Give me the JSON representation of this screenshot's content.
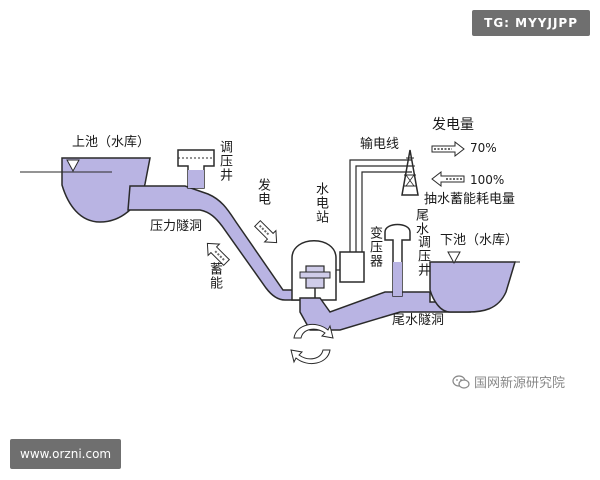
{
  "badges": {
    "tg": "TG: MYYJJPP",
    "url": "www.orzni.com"
  },
  "watermark": {
    "icon": "wechat-icon",
    "text": "国网新源研究院"
  },
  "diagram": {
    "upper_reservoir": "上池（水库）",
    "pressure_tunnel": "压力隧洞",
    "upper_surge_shaft": "调压井",
    "generation": "发电",
    "pumping_storage": "蓄能",
    "power_station": "水电站",
    "transformer": "变压器",
    "transmission_line": "输电线",
    "generated_power_label": "发电量",
    "generated_power_pct": "70%",
    "pump_power_pct": "100%",
    "pump_power_label": "抽水蓄能耗电量",
    "tailwater": "尾水",
    "lower_surge_shaft": "调压井",
    "lower_reservoir": "下池（水库）",
    "tailwater_tunnel": "尾水隧洞"
  },
  "colors": {
    "water": "#b9b4e3",
    "water_edge": "#2a2a2a",
    "arrow": "#6a6a6a"
  }
}
